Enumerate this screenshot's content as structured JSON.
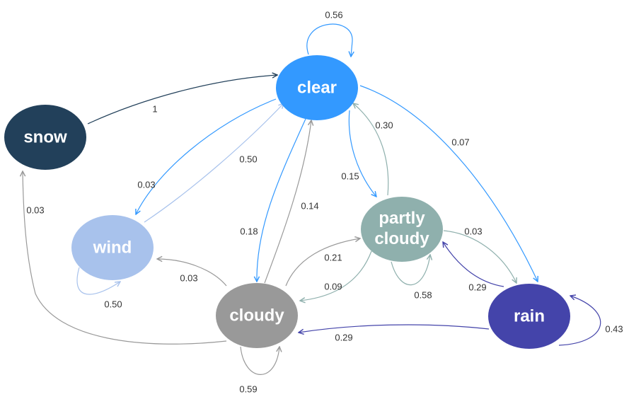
{
  "diagram": {
    "type": "state-transition",
    "nodes": [
      {
        "id": "snow",
        "label": "snow",
        "color": "#22405a"
      },
      {
        "id": "clear",
        "label": "clear",
        "color": "#3399ff"
      },
      {
        "id": "wind",
        "label": "wind",
        "color": "#a8c2ec"
      },
      {
        "id": "cloudy",
        "label": "cloudy",
        "color": "#999999"
      },
      {
        "id": "partly-cloudy",
        "label_lines": [
          "partly",
          "cloudy"
        ],
        "color": "#8fb0ad"
      },
      {
        "id": "rain",
        "label": "rain",
        "color": "#4444aa"
      }
    ],
    "edges": [
      {
        "from": "clear",
        "to": "clear",
        "label": "0.56",
        "color": "#3399ff"
      },
      {
        "from": "snow",
        "to": "clear",
        "label": "1",
        "color": "#22405a"
      },
      {
        "from": "clear",
        "to": "wind",
        "label": "0.03",
        "color": "#3399ff"
      },
      {
        "from": "wind",
        "to": "clear",
        "label": "0.50",
        "color": "#a8c2ec"
      },
      {
        "from": "clear",
        "to": "cloudy",
        "label": "0.18",
        "color": "#3399ff"
      },
      {
        "from": "cloudy",
        "to": "clear",
        "label": "0.14",
        "color": "#999999"
      },
      {
        "from": "clear",
        "to": "partly-cloudy",
        "label": "0.15",
        "color": "#3399ff"
      },
      {
        "from": "partly-cloudy",
        "to": "clear",
        "label": "0.30",
        "color": "#8fb0ad"
      },
      {
        "from": "clear",
        "to": "rain",
        "label": "0.07",
        "color": "#3399ff"
      },
      {
        "from": "cloudy",
        "to": "snow",
        "label": "0.03",
        "color": "#999999"
      },
      {
        "from": "wind",
        "to": "wind",
        "label": "0.50",
        "color": "#a8c2ec"
      },
      {
        "from": "cloudy",
        "to": "wind",
        "label": "0.03",
        "color": "#999999"
      },
      {
        "from": "cloudy",
        "to": "partly-cloudy",
        "label": "0.21",
        "color": "#999999"
      },
      {
        "from": "partly-cloudy",
        "to": "cloudy",
        "label": "0.09",
        "color": "#8fb0ad"
      },
      {
        "from": "partly-cloudy",
        "to": "partly-cloudy",
        "label": "0.58",
        "color": "#8fb0ad"
      },
      {
        "from": "partly-cloudy",
        "to": "rain",
        "label": "0.03",
        "color": "#8fb0ad"
      },
      {
        "from": "rain",
        "to": "partly-cloudy",
        "label": "0.29",
        "color": "#4444aa"
      },
      {
        "from": "rain",
        "to": "cloudy",
        "label": "0.29",
        "color": "#4444aa"
      },
      {
        "from": "rain",
        "to": "rain",
        "label": "0.43",
        "color": "#4444aa"
      },
      {
        "from": "cloudy",
        "to": "cloudy",
        "label": "0.59",
        "color": "#999999"
      }
    ]
  }
}
